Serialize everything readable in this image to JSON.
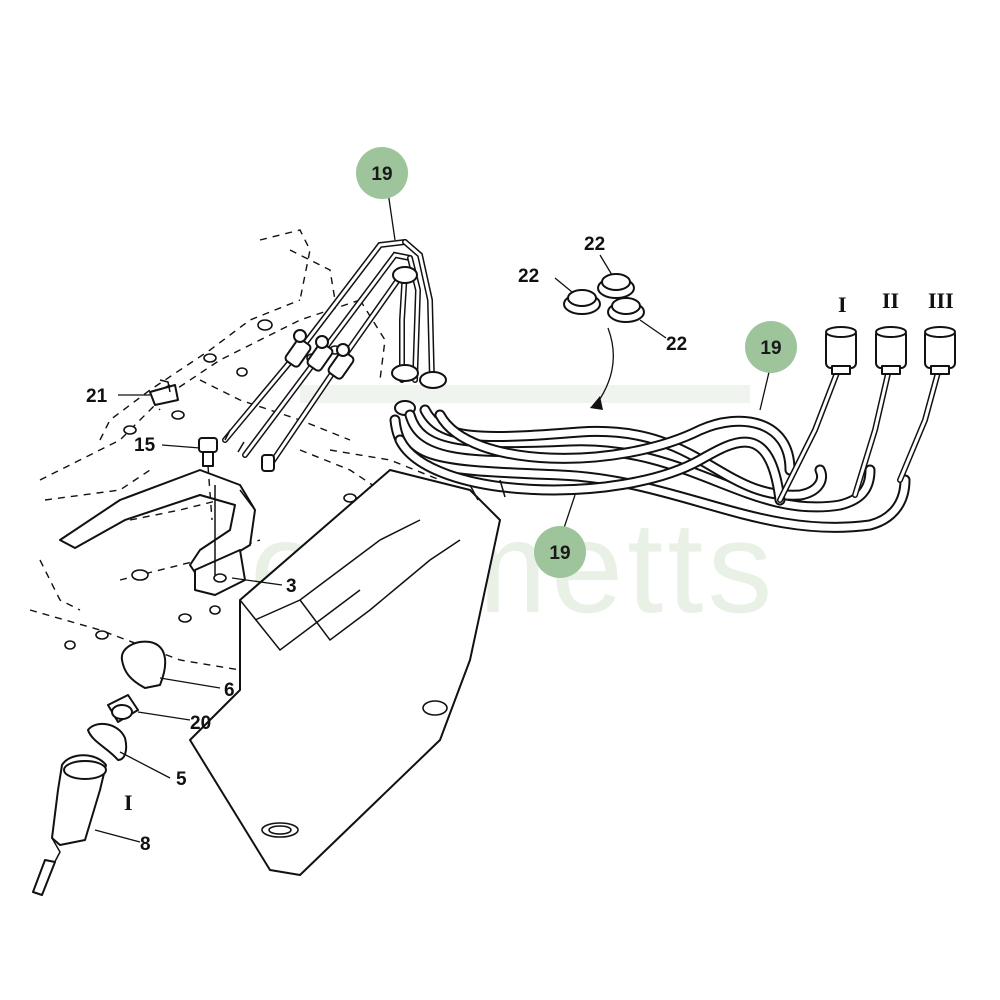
{
  "watermark": "emmetts",
  "colors": {
    "callout_fill": "#9dc49a",
    "line": "#111111",
    "watermark": "#e9f0e6"
  },
  "callouts": [
    "19",
    "19",
    "19"
  ],
  "labels": {
    "l21": "21",
    "l15": "15",
    "l3": "3",
    "l6": "6",
    "l20": "20",
    "l5": "5",
    "l8": "8",
    "l22a": "22",
    "l22b": "22",
    "l22c": "22",
    "roman_lower": "I",
    "roman_1": "I",
    "roman_2": "II",
    "roman_3": "III"
  }
}
